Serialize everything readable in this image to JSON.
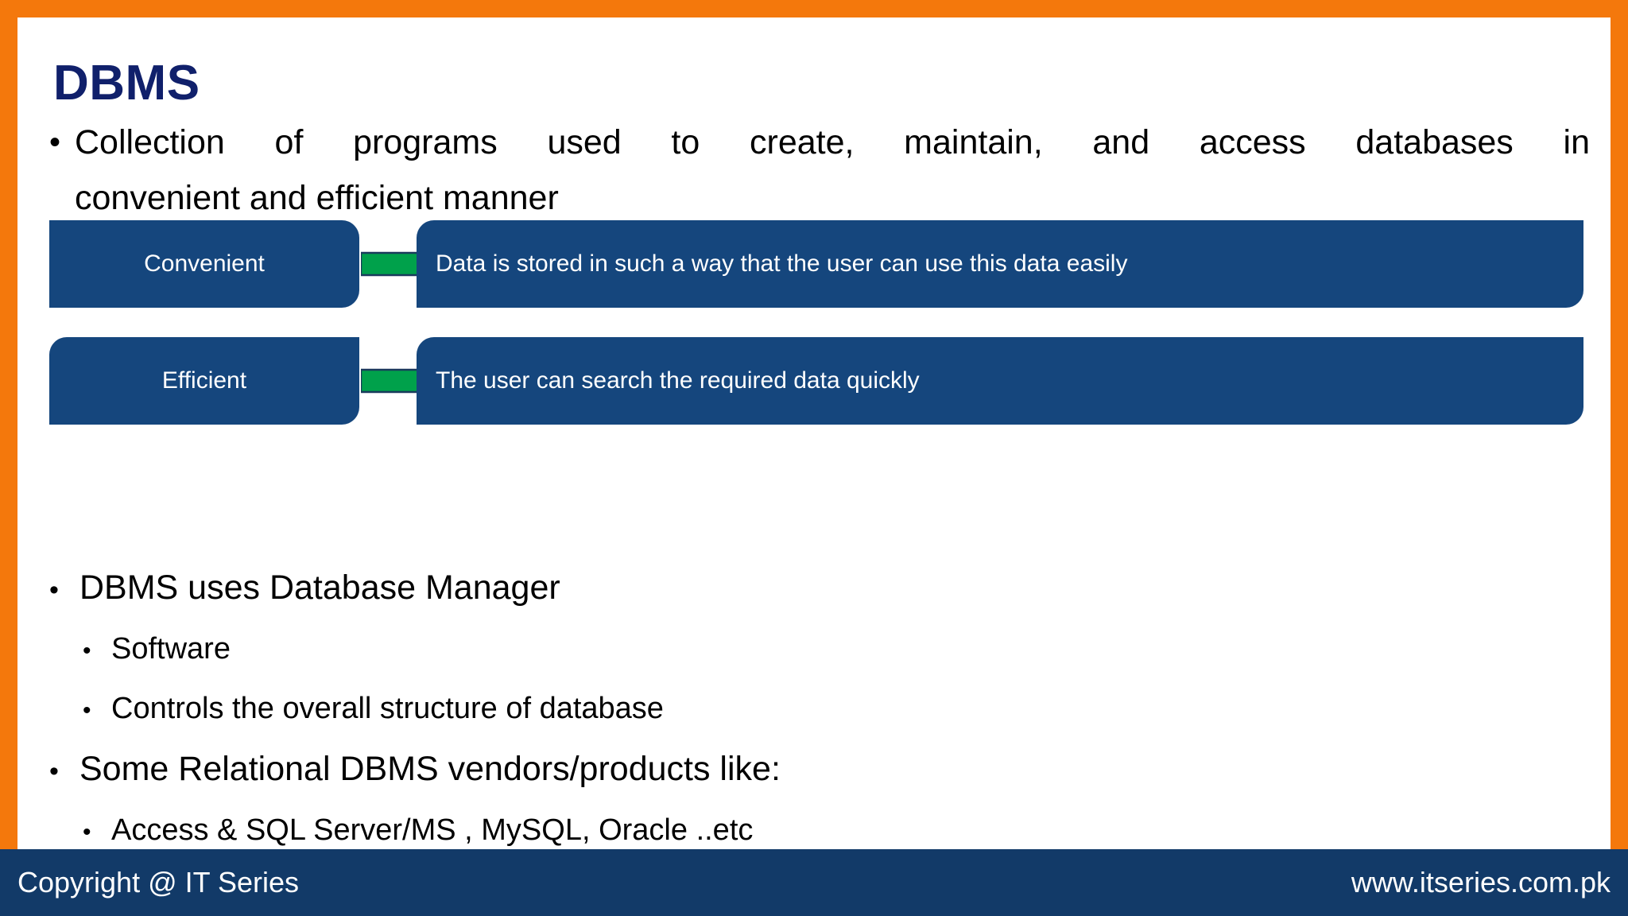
{
  "slide": {
    "title": "DBMS",
    "border_color": "#F4780C",
    "title_color": "#10206B",
    "box_color": "#15467D",
    "arrow_color": "#00A14B",
    "footer_color": "#123A68"
  },
  "lead_bullet": {
    "marker": "•",
    "line1": "Collection of programs used to create, maintain, and access databases in",
    "line2": "convenient and efficient manner"
  },
  "diagram": {
    "rows": [
      {
        "label": "Convenient",
        "arrow_icon": "right-arrow-icon",
        "description": "Data is stored in such a way that the user can use this data easily"
      },
      {
        "label": "Efficient",
        "arrow_icon": "right-arrow-icon",
        "description": "The user can search the required data quickly"
      }
    ]
  },
  "list": [
    {
      "level": 1,
      "marker": "•",
      "text": "DBMS uses Database Manager"
    },
    {
      "level": 2,
      "marker": "•",
      "text": "Software"
    },
    {
      "level": 2,
      "marker": "•",
      "text": "Controls the overall structure of database"
    },
    {
      "level": 1,
      "marker": "•",
      "text": "Some Relational DBMS vendors/products like:"
    },
    {
      "level": 2,
      "marker": "•",
      "text": "Access & SQL Server/MS , MySQL, Oracle ..etc"
    }
  ],
  "footer": {
    "copyright": "Copyright @ IT Series",
    "website": "www.itseries.com.pk"
  }
}
